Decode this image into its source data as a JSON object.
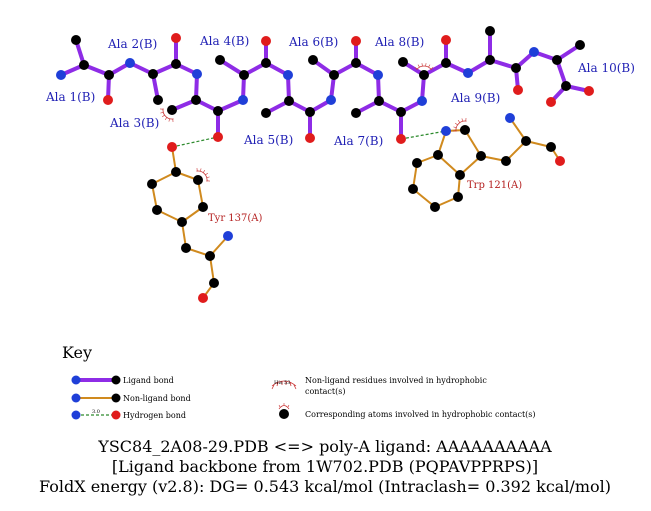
{
  "colors": {
    "ligand_bond": "#8e2ce6",
    "nonligand_bond": "#d08a1e",
    "hbond": "#2e8b2e",
    "carbon": "#000000",
    "nitrogen": "#1f3fd8",
    "oxygen": "#e01c1c",
    "hydrophobic": "#c83232",
    "ligand_label": "#1f1fb4",
    "nonligand_label": "#b41f1f"
  },
  "ligand_residues": [
    "Ala 1(B)",
    "Ala 2(B)",
    "Ala 3(B)",
    "Ala 4(B)",
    "Ala 5(B)",
    "Ala 6(B)",
    "Ala 7(B)",
    "Ala 8(B)",
    "Ala 9(B)",
    "Ala 10(B)"
  ],
  "nonligand_residues": [
    "Tyr 137(A)",
    "Trp 121(A)"
  ],
  "key": {
    "title": "Key",
    "ligand_bond": "Ligand bond",
    "nonligand_bond": "Non-ligand bond",
    "hydrogen_bond": "Hydrogen bond",
    "hbond_sample_distance": "3.0",
    "hydrophobic_sample_label": "His 53",
    "hydrophobic_residues_line1": "Non-ligand residues involved in hydrophobic",
    "hydrophobic_residues_line2": "contact(s)",
    "hydrophobic_atoms": "Corresponding atoms involved in hydrophobic contact(s)"
  },
  "caption": {
    "line1": "YSC84_2A08-29.PDB <=> poly-A ligand: AAAAAAAAAA",
    "line2": "[Ligand backbone from 1W702.PDB (PQPAVPPRPS)]",
    "line3": "FoldX energy (v2.8): DG= 0.543 kcal/mol (Intraclash= 0.392 kcal/mol)"
  }
}
